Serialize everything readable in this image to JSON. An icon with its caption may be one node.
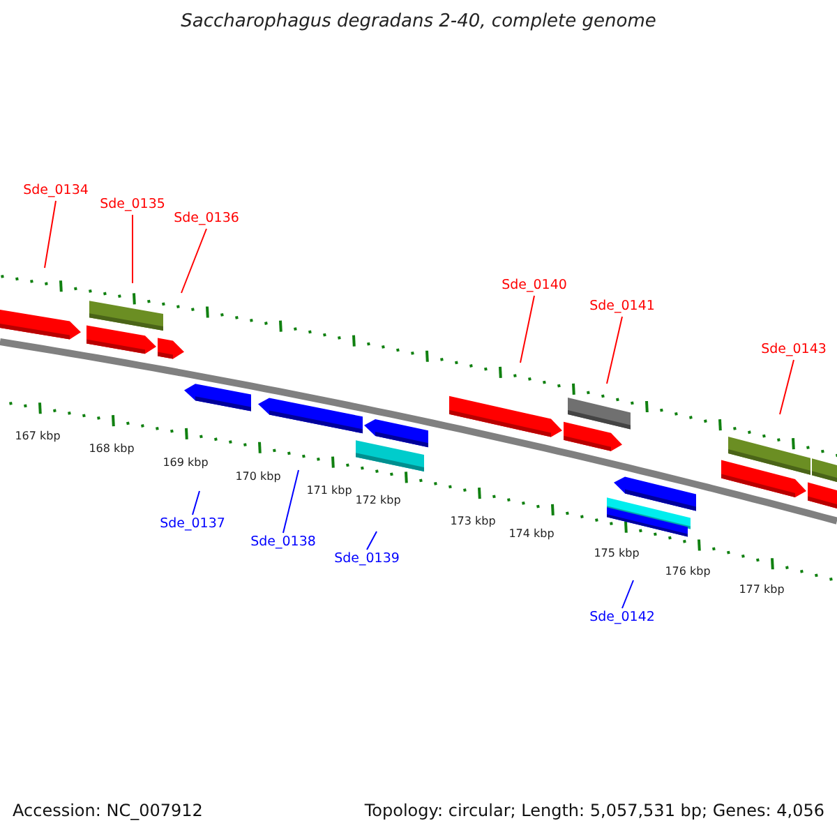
{
  "diagram": {
    "title": "Saccharophagus degradans 2-40, complete genome",
    "nodes": [
      {
        "text": [
          "Sde_0134"
        ]
      },
      {
        "text": [
          "Sde_0135"
        ]
      },
      {
        "text": [
          "Sde_0136"
        ]
      },
      {
        "text": [
          "Sde_0140"
        ]
      },
      {
        "text": [
          "Sde_0141"
        ]
      },
      {
        "text": [
          "Sde_0143"
        ]
      },
      {
        "text": [
          "Sde_0137"
        ]
      },
      {
        "text": [
          "Sde_0138"
        ]
      },
      {
        "text": [
          "Sde_0139"
        ]
      },
      {
        "text": [
          "Sde_0142"
        ]
      }
    ],
    "edges": [
      {
        "from": 0,
        "to": null,
        "arrow": "none"
      },
      {
        "from": 1,
        "to": null,
        "arrow": "none"
      },
      {
        "from": 2,
        "to": null,
        "arrow": "none"
      },
      {
        "from": 3,
        "to": null,
        "arrow": "none"
      },
      {
        "from": 4,
        "to": null,
        "arrow": "none"
      },
      {
        "from": 5,
        "to": null,
        "arrow": "none"
      },
      {
        "from": 6,
        "to": null,
        "arrow": "none",
        "color": "#0000ff"
      },
      {
        "from": 7,
        "to": null,
        "arrow": "none",
        "color": "#0000ff"
      },
      {
        "from": 8,
        "to": null,
        "arrow": "none",
        "color": "#0000ff"
      },
      {
        "from": 9,
        "to": null,
        "arrow": "none",
        "color": "#0000ff"
      }
    ],
    "labels": [
      "167 kbp",
      "168 kbp",
      "169 kbp",
      "170 kbp",
      "171 kbp",
      "172 kbp",
      "173 kbp",
      "174 kbp",
      "175 kbp",
      "176 kbp",
      "177 kbp",
      "Accession: NC_007912",
      "Topology: circular; Length: 5,057,531 bp; Genes: 4,056"
    ]
  }
}
